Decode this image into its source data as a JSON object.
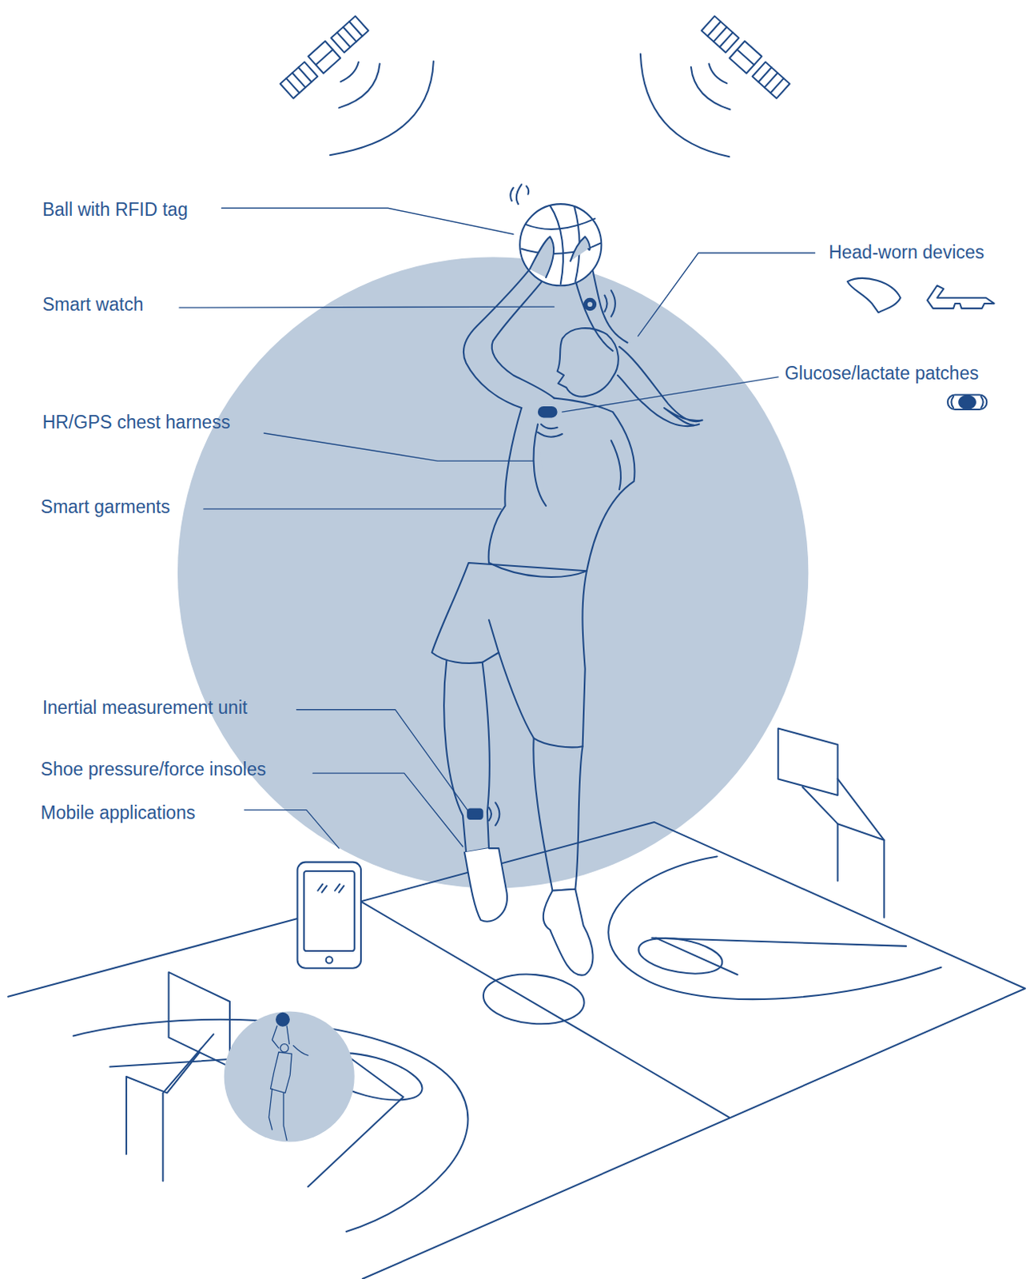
{
  "diagram": {
    "labels": [
      "Ball with RFID tag",
      "Head-worn devices",
      "Smart watch",
      "Glucose/lactate patches",
      "HR/GPS chest harness",
      "Smart garments",
      "Inertial measurement unit",
      "Shoe pressure/force insoles",
      "Mobile applications"
    ]
  }
}
